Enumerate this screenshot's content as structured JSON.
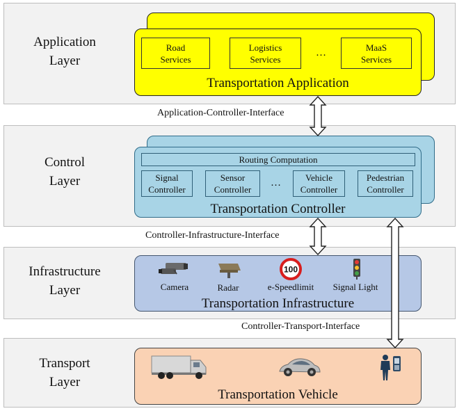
{
  "layers": {
    "application": {
      "line1": "Application",
      "line2": "Layer"
    },
    "control": {
      "line1": "Control",
      "line2": "Layer"
    },
    "infrastructure": {
      "line1": "Infrastructure",
      "line2": "Layer"
    },
    "transport": {
      "line1": "Transport",
      "line2": "Layer"
    }
  },
  "application_box": {
    "title": "Transportation Application",
    "services": [
      {
        "line1": "Road",
        "line2": "Services"
      },
      {
        "line1": "Logistics",
        "line2": "Services"
      },
      {
        "line1": "MaaS",
        "line2": "Services"
      }
    ],
    "ellipsis": "…"
  },
  "control_box": {
    "title": "Transportation Controller",
    "routing": "Routing Computation",
    "controllers": [
      {
        "line1": "Signal",
        "line2": "Controller"
      },
      {
        "line1": "Sensor",
        "line2": "Controller"
      },
      {
        "line1": "Vehicle",
        "line2": "Controller"
      },
      {
        "line1": "Pedestrian",
        "line2": "Controller"
      }
    ],
    "ellipsis": "…"
  },
  "infrastructure_box": {
    "title": "Transportation Infrastructure",
    "devices": [
      "Camera",
      "Radar",
      "e-Speedlimit",
      "Signal Light"
    ],
    "speed_value": "100"
  },
  "transport_box": {
    "title": "Transportation Vehicle",
    "icons": [
      "truck-icon",
      "car-icon",
      "pedestrian-phone-icon"
    ]
  },
  "interfaces": {
    "app_ctrl": "Application-Controller-Interface",
    "ctrl_infra": "Controller-Infrastructure-Interface",
    "ctrl_transport": "Controller-Transport-Interface"
  },
  "colors": {
    "application": "#ffff00",
    "control": "#a8d4e6",
    "infrastructure": "#b6c8e6",
    "transport": "#fad2b4",
    "band": "#f2f2f2"
  }
}
